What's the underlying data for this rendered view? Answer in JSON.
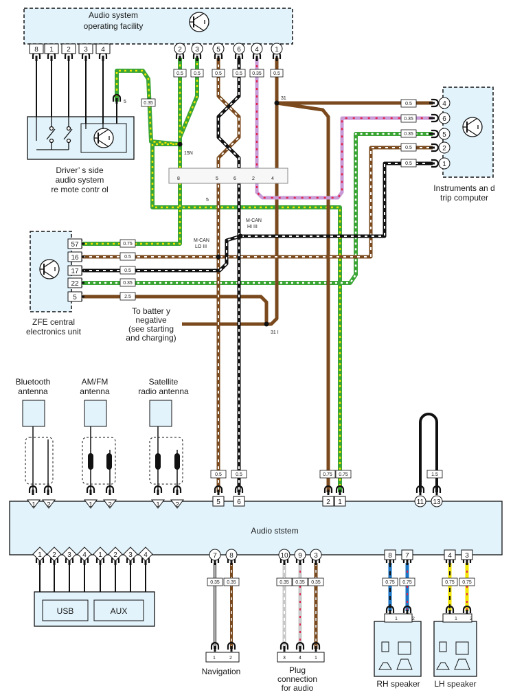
{
  "colors": {
    "brown": "#7a4a1e",
    "green": "#3aa535",
    "yellow": "#f2e600",
    "black": "#111111",
    "white": "#ffffff",
    "violet": "#c89ad6",
    "red": "#e2224c",
    "blue": "#1b74c4",
    "grey": "#c8c8c8",
    "box": "#e2f3fb"
  },
  "operating_facility": {
    "title": [
      "Audio system",
      "operating facility"
    ],
    "pins": [
      "8",
      "1",
      "2",
      "3",
      "4",
      "2",
      "3",
      "5",
      "6",
      "4",
      "1"
    ]
  },
  "sizes": {
    "os": [
      "0.5",
      "0.5",
      "0.5",
      "0.5",
      "0.35",
      "0.5"
    ],
    "s035a": "0.35",
    "s5": "5",
    "n15": "15N",
    "n31": "31",
    "n31b": "31 I",
    "instr": [
      "0.5",
      "0.35",
      "0.35",
      "0.5",
      "0.5"
    ],
    "zfe": [
      "0.75",
      "0.5",
      "0.5",
      "0.35",
      "2.5"
    ],
    "mid": [
      "0.5",
      "0.5",
      "0.75",
      "0.75",
      "1.5"
    ],
    "nav": [
      "0.35",
      "0.35"
    ],
    "plug": [
      "0.35",
      "0.35",
      "0.35"
    ],
    "rh": [
      "0.75",
      "0.75"
    ],
    "lh": [
      "0.75",
      "0.75"
    ]
  },
  "connector": {
    "pins": [
      "8",
      "5",
      "6",
      "2",
      "4"
    ]
  },
  "steering_remote": {
    "label": [
      "Driver’ s side",
      "audio system",
      "re mote contr ol"
    ]
  },
  "instruments": {
    "label": [
      "Instruments an   d",
      "trip computer"
    ],
    "pins": [
      "4",
      "6",
      "5",
      "2",
      "1"
    ]
  },
  "zfe": {
    "label": [
      "ZFE central",
      "electronics unit"
    ],
    "pins": [
      "57",
      "16",
      "17",
      "22",
      "5"
    ]
  },
  "can": {
    "hi": [
      "M-CAN",
      "HI III"
    ],
    "lo": [
      "M-CAN",
      "LO III"
    ]
  },
  "battery": {
    "label": [
      "To batter y",
      "negative",
      "(see starting",
      "and charging)"
    ]
  },
  "antennas": {
    "bluetooth": [
      "Bluetooth",
      "antenna"
    ],
    "amfm": [
      "AM/FM",
      "antenna"
    ],
    "sat": [
      "Satellite",
      "radio antenna"
    ]
  },
  "audio_system": {
    "label": "Audio ststem",
    "top_pins": [
      "1",
      "2",
      "1",
      "2",
      "1",
      "2",
      "5",
      "6",
      "2",
      "1",
      "11",
      "13"
    ],
    "bottom_pins": [
      "1",
      "2",
      "3",
      "4",
      "1",
      "2",
      "3",
      "4",
      "7",
      "8",
      "10",
      "9",
      "3",
      "8",
      "7",
      "4",
      "3"
    ]
  },
  "usb_aux": {
    "usb": "USB",
    "aux": "AUX"
  },
  "navigation": {
    "label": "Navigation",
    "pins": [
      "1",
      "2"
    ]
  },
  "plug": {
    "label": [
      "Plug",
      "connection",
      "for audio"
    ],
    "pins": [
      "3",
      "4",
      "1"
    ]
  },
  "rh_speaker": {
    "label": "RH speaker",
    "pins": [
      "1",
      "2"
    ]
  },
  "lh_speaker": {
    "label": "LH speaker",
    "pins": [
      "1",
      "2"
    ]
  }
}
